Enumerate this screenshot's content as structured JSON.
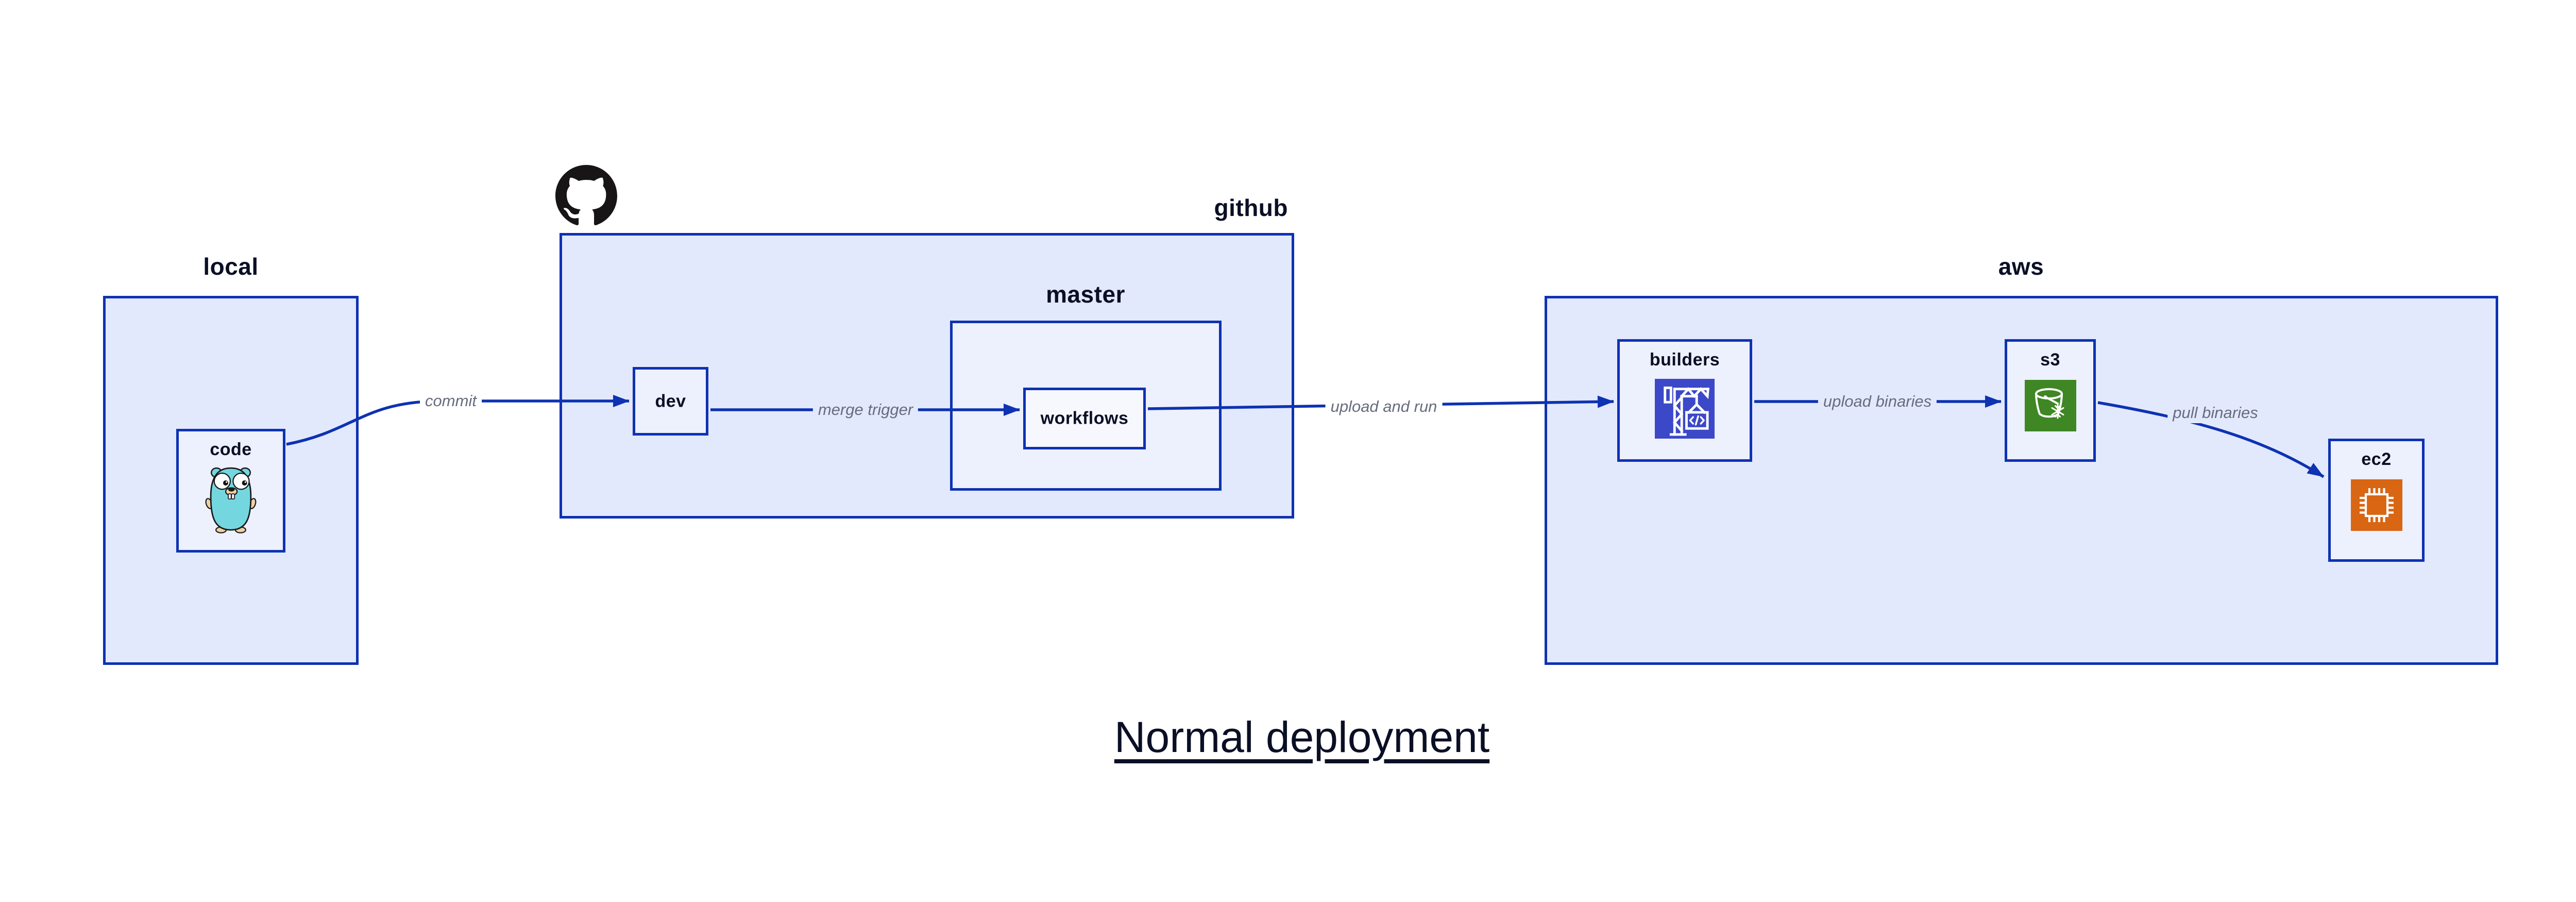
{
  "title": {
    "text": "Normal deployment"
  },
  "groups": {
    "local": {
      "label": "local"
    },
    "github": {
      "label": "github"
    },
    "master": {
      "label": "master"
    },
    "aws": {
      "label": "aws"
    }
  },
  "nodes": {
    "code": {
      "label": "code"
    },
    "dev": {
      "label": "dev"
    },
    "workflows": {
      "label": "workflows"
    },
    "builders": {
      "label": "builders"
    },
    "s3": {
      "label": "s3"
    },
    "ec2": {
      "label": "ec2"
    }
  },
  "edges": {
    "commit": {
      "label": "commit",
      "from": "code",
      "to": "dev"
    },
    "merge_trigger": {
      "label": "merge trigger",
      "from": "dev",
      "to": "workflows"
    },
    "upload_and_run": {
      "label": "upload and run",
      "from": "workflows",
      "to": "builders"
    },
    "upload_binaries": {
      "label": "upload binaries",
      "from": "builders",
      "to": "s3"
    },
    "pull_binaries": {
      "label": "pull binaries",
      "from": "s3",
      "to": "ec2"
    }
  },
  "icons": {
    "github_logo": "github-octocat-mark",
    "code": "go-gopher",
    "builders": "aws-codebuild-crane",
    "s3": "aws-s3-glacier-bucket-snowflake",
    "ec2": "aws-ec2-chip"
  },
  "colors": {
    "edge_and_border_blue": "#0D32B2",
    "container_fill": "#E3E9FD",
    "node_fill": "#EDF0FD",
    "nested_node_fill": "#F7F8FE",
    "text_dark": "#0A0F25",
    "edge_label_gray": "#676C7E",
    "github_black": "#171515",
    "gopher_teal": "#74D7DF",
    "gopher_tan": "#EFCFA4",
    "codebuild_indigo": "#3B48C8",
    "s3_green": "#3F8624",
    "ec2_orange": "#D86613"
  }
}
